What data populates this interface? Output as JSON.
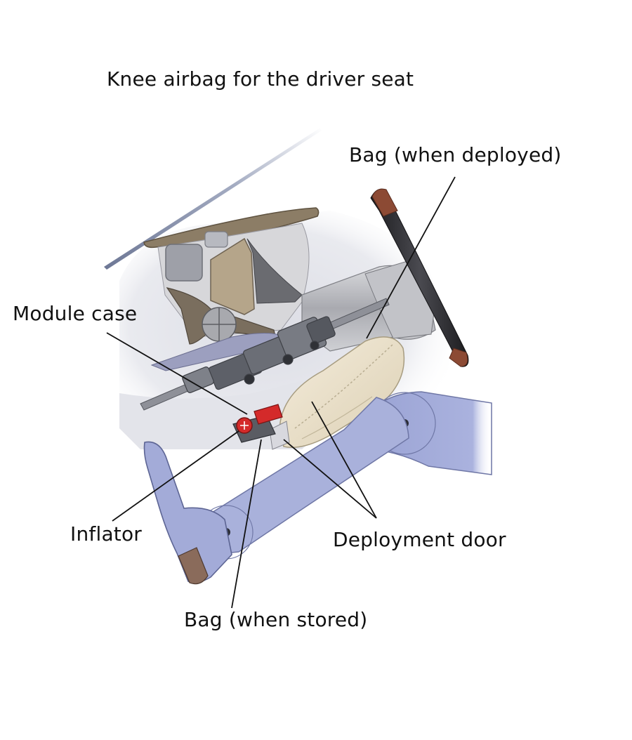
{
  "title": "Knee airbag for the driver seat",
  "labels": {
    "bag_deployed": "Bag (when deployed)",
    "module_case": "Module case",
    "inflator": "Inflator",
    "deployment_door": "Deployment door",
    "bag_stored": "Bag (when stored)"
  },
  "colors": {
    "leg": "#a9b1db",
    "leg_dark": "#7c84b4",
    "bag": "#e9dfca",
    "dashboard_shadow": "#e7e8ee",
    "panel": "#c9c8c3",
    "steering_wheel": "#2b2b2e",
    "steering_wheel_tip": "#8c4a34",
    "inflator_red": "#d42a2a",
    "tan_panel": "#b5a58a",
    "windshield": "#8b93ab"
  }
}
